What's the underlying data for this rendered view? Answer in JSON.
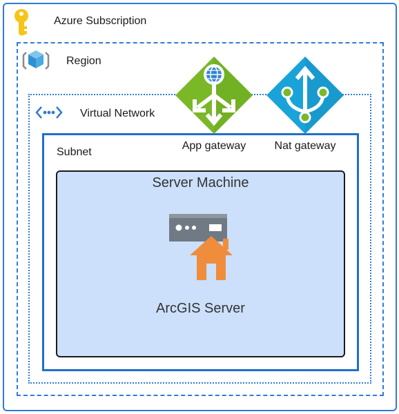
{
  "subscription": {
    "label": "Azure Subscription",
    "icon": "key-icon"
  },
  "region": {
    "label": "Region",
    "icon": "cube-icon"
  },
  "virtual_network": {
    "label": "Virtual Network",
    "icon": "virtual-network-icon"
  },
  "subnet": {
    "label": "Subnet"
  },
  "server_machine": {
    "title": "Server Machine",
    "caption": "ArcGIS Server",
    "icon": "server-house-icon"
  },
  "gateways": [
    {
      "label": "App gateway",
      "icon": "app-gateway-icon",
      "color": "#7ab828"
    },
    {
      "label": "Nat gateway",
      "icon": "nat-gateway-icon",
      "color": "#1aa3d9"
    }
  ],
  "colors": {
    "border_blue": "#2e7bd6",
    "server_fill": "#cce0fb",
    "key": "#f5c518",
    "house": "#f08d3c"
  }
}
